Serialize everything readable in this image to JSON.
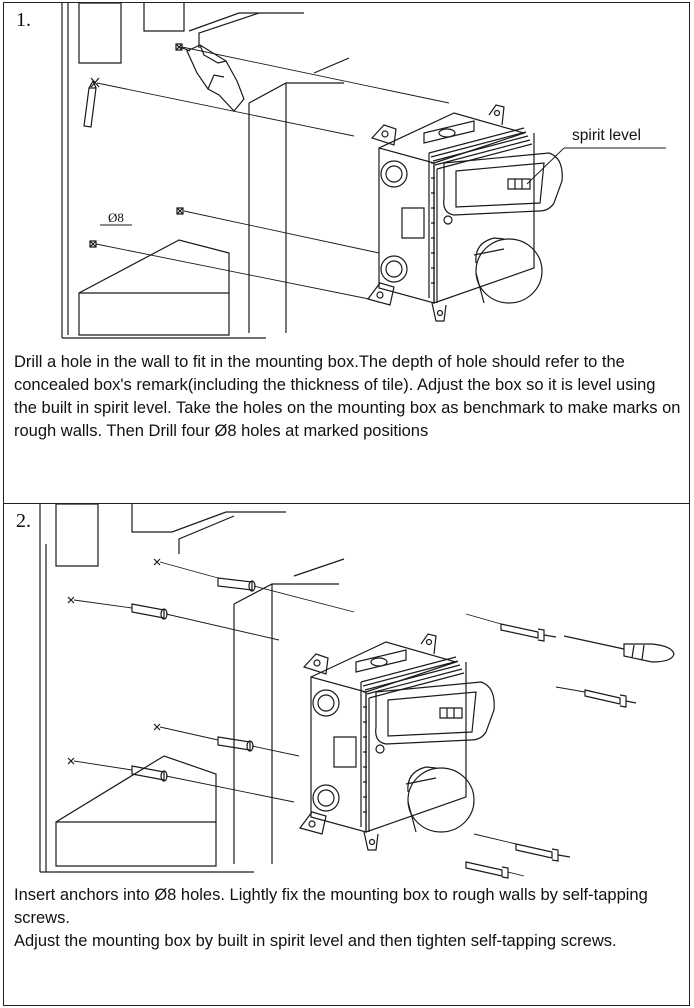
{
  "step1": {
    "number": "1.",
    "label_spirit_level": "spirit level",
    "label_hole_diameter": "Ø8",
    "caption": "Drill a hole in the wall to fit in the mounting box.The depth of hole should refer to the concealed box's remark(including the thickness of tile). Adjust the box so it is level using the built in spirit level. Take the holes on the mounting box as benchmark to make marks on rough walls. Then Drill four Ø8 holes at marked positions"
  },
  "step2": {
    "number": "2.",
    "caption_line1": "Insert anchors into Ø8 holes. Lightly fix the mounting box to rough walls by self-tapping screws.",
    "caption_line2": "Adjust the mounting box by built in spirit level and then tighten self-tapping screws."
  }
}
